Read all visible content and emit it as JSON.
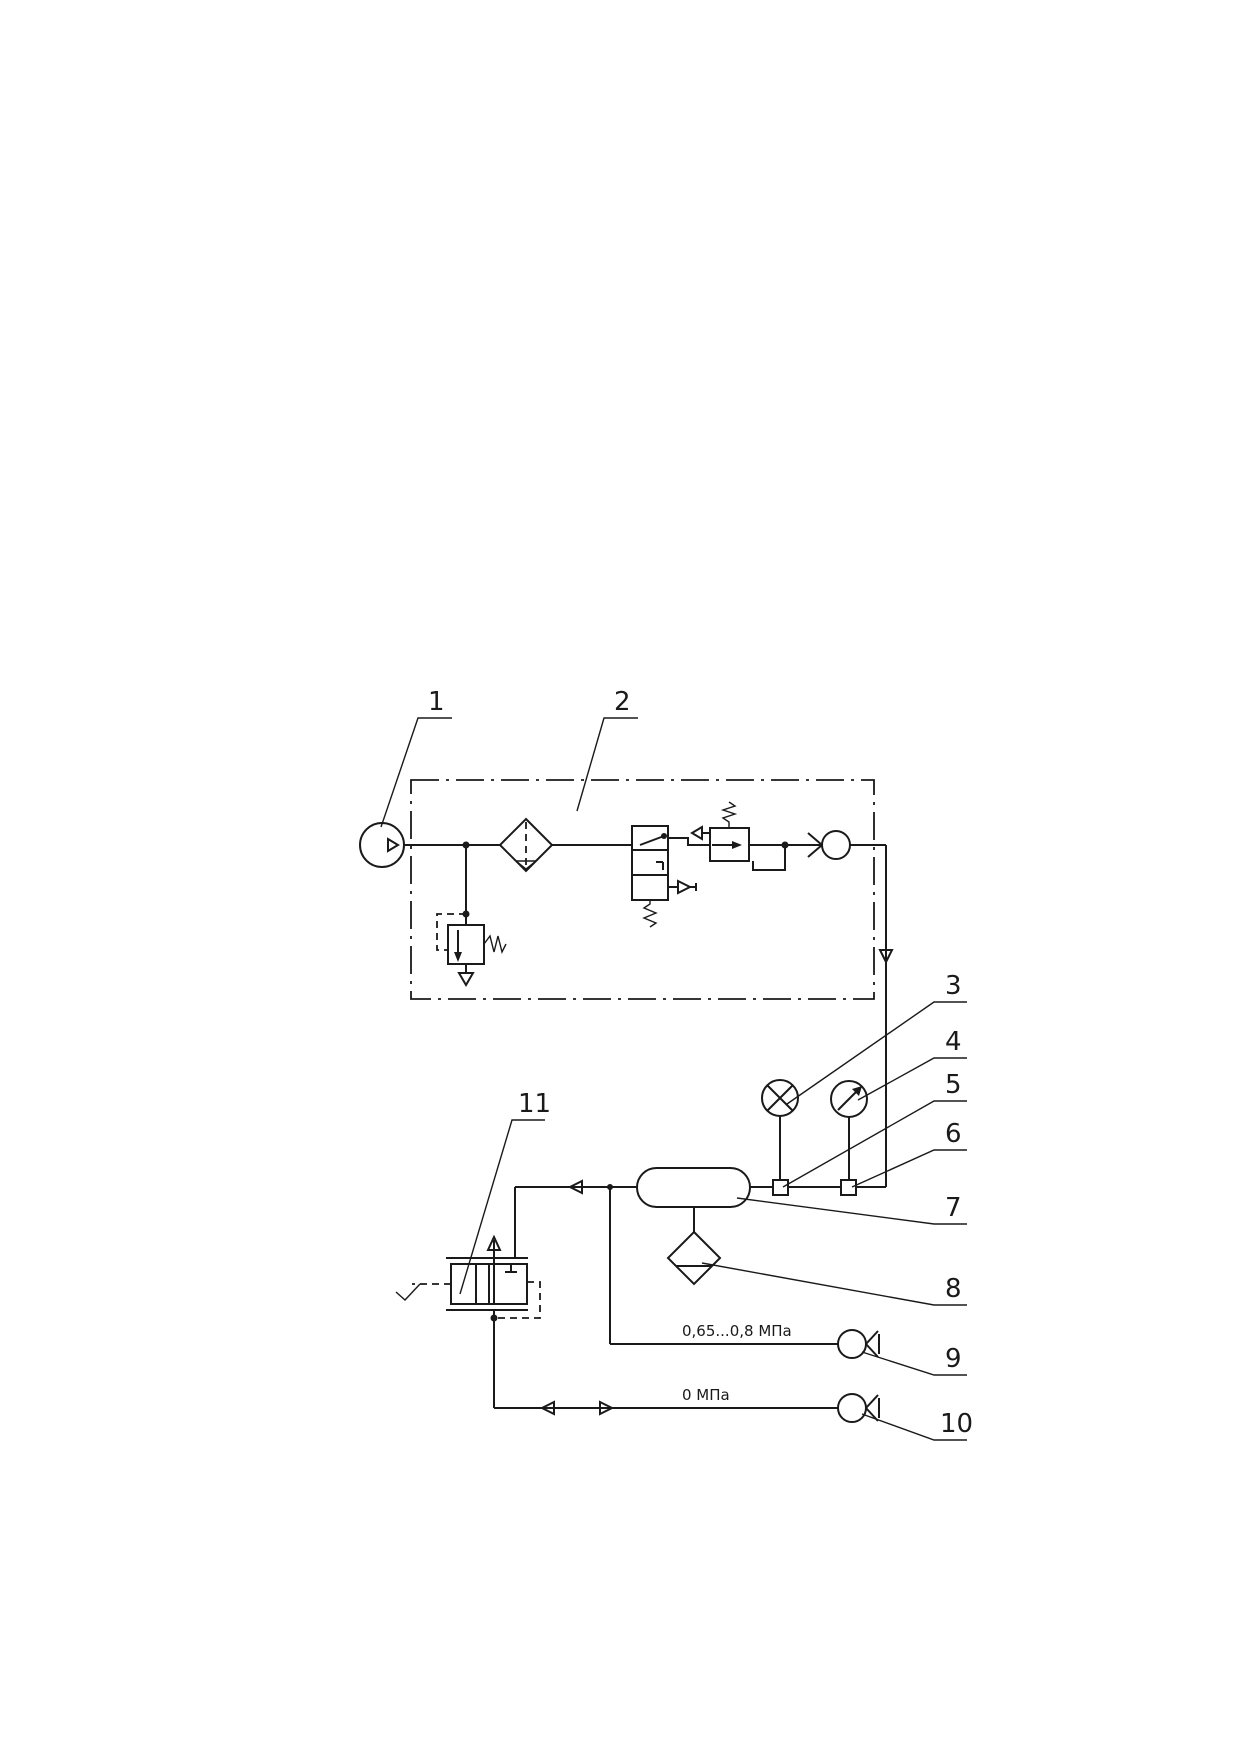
{
  "labels": {
    "n1": "1",
    "n2": "2",
    "n3": "3",
    "n4": "4",
    "n5": "5",
    "n6": "6",
    "n7": "7",
    "n8": "8",
    "n9": "9",
    "n10": "10",
    "n11": "11"
  },
  "pressures": {
    "high": "0,65...0,8 МПа",
    "zero": "0 МПа"
  }
}
